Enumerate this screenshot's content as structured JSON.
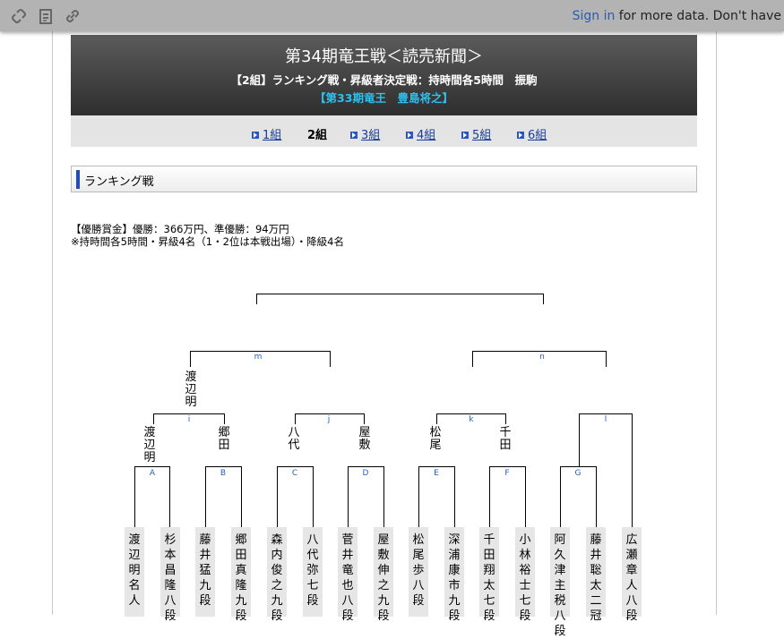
{
  "toolbar": {
    "icons": [
      "link-broken-icon",
      "clipboard-icon",
      "link-icon"
    ],
    "signin_label": "Sign in",
    "signin_rest": " for more data. Don't have"
  },
  "header": {
    "title": "第34期竜王戦＜読売新聞＞",
    "subtitle": "【2組】ランキング戦・昇級者決定戦：持時間各5時間　振駒",
    "champion": "【第33期竜王　豊島将之】"
  },
  "group_nav": {
    "items": [
      {
        "label": "1組",
        "link": true
      },
      {
        "label": "2組",
        "link": false
      },
      {
        "label": "3組",
        "link": true
      },
      {
        "label": "4組",
        "link": true
      },
      {
        "label": "5組",
        "link": true
      },
      {
        "label": "6組",
        "link": true
      }
    ]
  },
  "section": {
    "title": "ランキング戦"
  },
  "info": {
    "prize": "【優勝賞金】優勝：366万円、準優勝：94万円",
    "note": "※持時間各5時間・昇級4名（1・2位は本戦出場）・降級4名"
  },
  "bracket": {
    "match_labels": [
      "A",
      "B",
      "C",
      "D",
      "E",
      "F",
      "G",
      "i",
      "j",
      "k",
      "l",
      "m",
      "n"
    ],
    "winners_round1": [
      "渡辺明",
      "郷田",
      "八代",
      "屋敷",
      "松尾",
      "千田"
    ],
    "winners_round2": [
      "渡辺明"
    ],
    "players": [
      "渡辺　明名人",
      "杉本昌隆八段",
      "藤井　猛九段",
      "郷田真隆九段",
      "森内俊之九段",
      "八代　弥七段",
      "菅井竜也八段",
      "屋敷伸之九段",
      "松尾　歩八段",
      "深浦康市九段",
      "千田翔太七段",
      "小林裕士七段",
      "阿久津主税八段",
      "藤井聡太二冠",
      "広瀬章人八段"
    ]
  }
}
